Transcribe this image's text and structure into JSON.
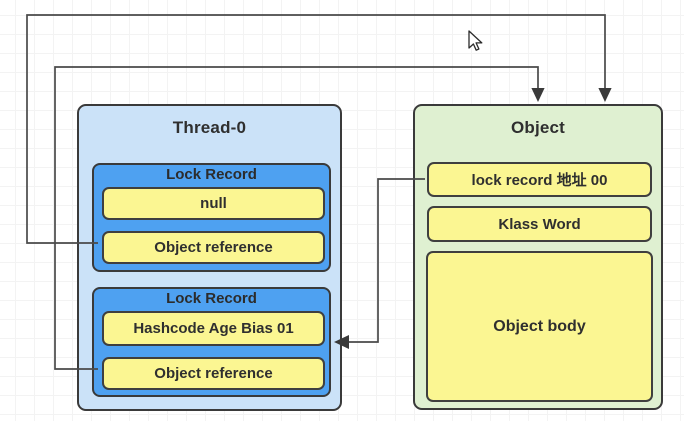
{
  "thread_box": {
    "title": "Thread-0",
    "lock_records": [
      {
        "title": "Lock Record",
        "rows": [
          "null",
          "Object reference"
        ]
      },
      {
        "title": "Lock Record",
        "rows": [
          "Hashcode Age Bias 01",
          "Object reference"
        ]
      }
    ]
  },
  "object_box": {
    "title": "Object",
    "rows": [
      "lock record 地址 00",
      "Klass Word"
    ],
    "body": "Object body"
  },
  "connections": [
    {
      "from": "lock-record-1 Object reference",
      "to": "Object box top",
      "style": "arrow-down"
    },
    {
      "from": "lock-record-2 Object reference",
      "to": "Object box top",
      "style": "arrow-down"
    },
    {
      "from": "Object lock record 地址 00",
      "to": "lock-record-2",
      "style": "arrow-left"
    }
  ],
  "colors": {
    "thread_box_fill": "#cbe2f8",
    "lock_record_fill": "#4ea1f1",
    "cell_fill": "#fbf692",
    "object_box_fill": "#dff0d1",
    "box_border": "#3a3a3a",
    "connector": "#4a4a4a",
    "text": "#2f2f2f",
    "grid": "#f3f3f3"
  },
  "cursor": "arrow-pointer"
}
